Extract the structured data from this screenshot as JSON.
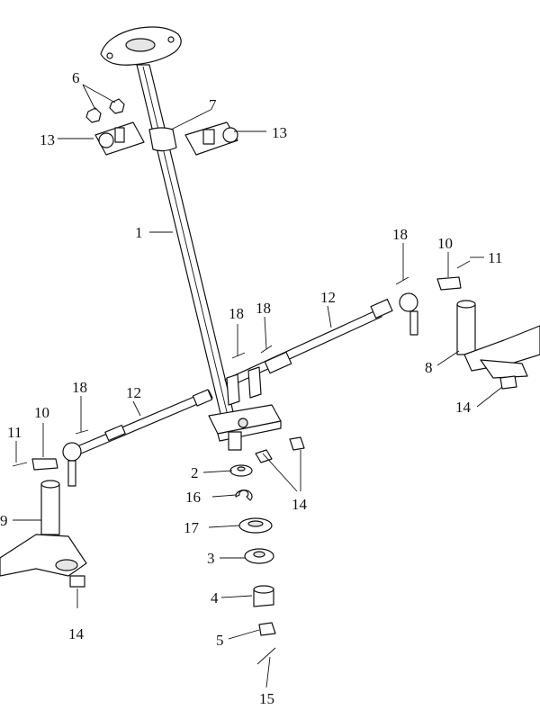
{
  "callouts": [
    {
      "id": "c1",
      "text": "1"
    },
    {
      "id": "c2",
      "text": "2"
    },
    {
      "id": "c3",
      "text": "3"
    },
    {
      "id": "c4",
      "text": "4"
    },
    {
      "id": "c5",
      "text": "5"
    },
    {
      "id": "c6",
      "text": "6"
    },
    {
      "id": "c7",
      "text": "7"
    },
    {
      "id": "c8",
      "text": "8"
    },
    {
      "id": "c9",
      "text": "9"
    },
    {
      "id": "c10a",
      "text": "10"
    },
    {
      "id": "c10b",
      "text": "10"
    },
    {
      "id": "c11a",
      "text": "11"
    },
    {
      "id": "c11b",
      "text": "11"
    },
    {
      "id": "c12a",
      "text": "12"
    },
    {
      "id": "c12b",
      "text": "12"
    },
    {
      "id": "c13a",
      "text": "13"
    },
    {
      "id": "c13b",
      "text": "13"
    },
    {
      "id": "c14a",
      "text": "14"
    },
    {
      "id": "c14b",
      "text": "14"
    },
    {
      "id": "c14c",
      "text": "14"
    },
    {
      "id": "c15",
      "text": "15"
    },
    {
      "id": "c16",
      "text": "16"
    },
    {
      "id": "c17",
      "text": "17"
    },
    {
      "id": "c18a",
      "text": "18"
    },
    {
      "id": "c18b",
      "text": "18"
    },
    {
      "id": "c18c",
      "text": "18"
    },
    {
      "id": "c18d",
      "text": "18"
    }
  ],
  "colors": {
    "line": "#111111",
    "background": "#ffffff"
  }
}
